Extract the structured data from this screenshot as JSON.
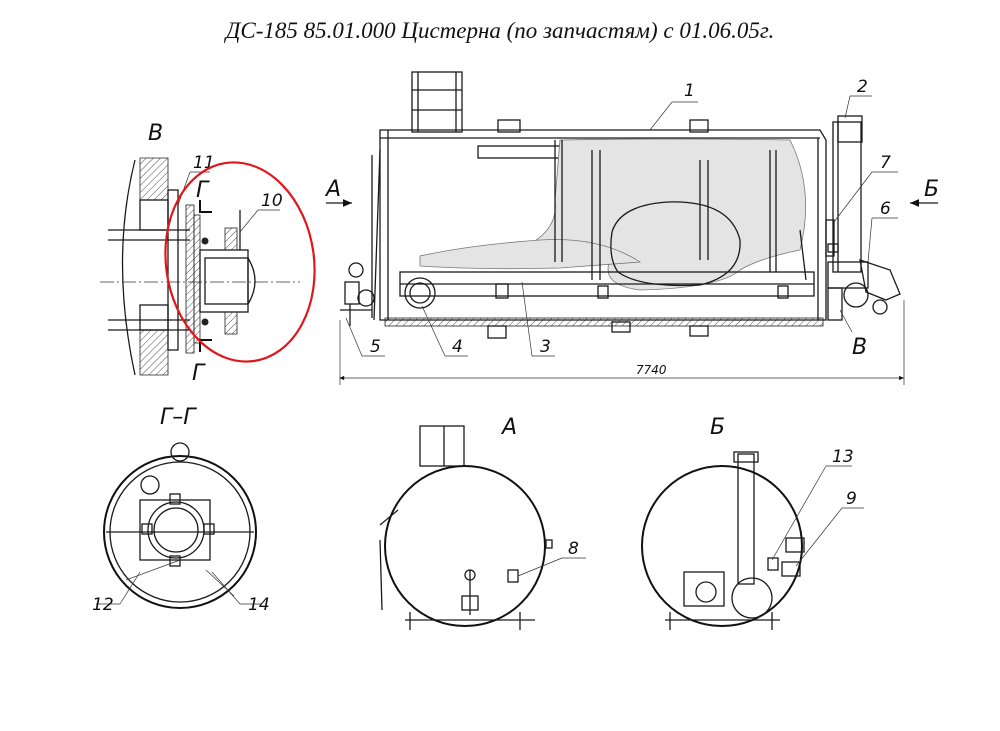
{
  "title": "ДС-185 85.01.000 Цистерна  (по запчастям) с 01.06.05г.",
  "views": {
    "detail": "В",
    "section": "Г–Г",
    "view_a": "А",
    "view_b": "Б",
    "arrow_a": "А",
    "arrow_b": "Б",
    "mark_v": "В",
    "cut_g_top": "Г",
    "cut_g_bottom": "Г"
  },
  "dimension": "7740",
  "callouts": [
    "1",
    "2",
    "3",
    "4",
    "5",
    "6",
    "7",
    "8",
    "9",
    "10",
    "11",
    "12",
    "13",
    "14"
  ],
  "highlight": {
    "color": "#e0161a",
    "shape": "ellipse",
    "target": "10"
  }
}
